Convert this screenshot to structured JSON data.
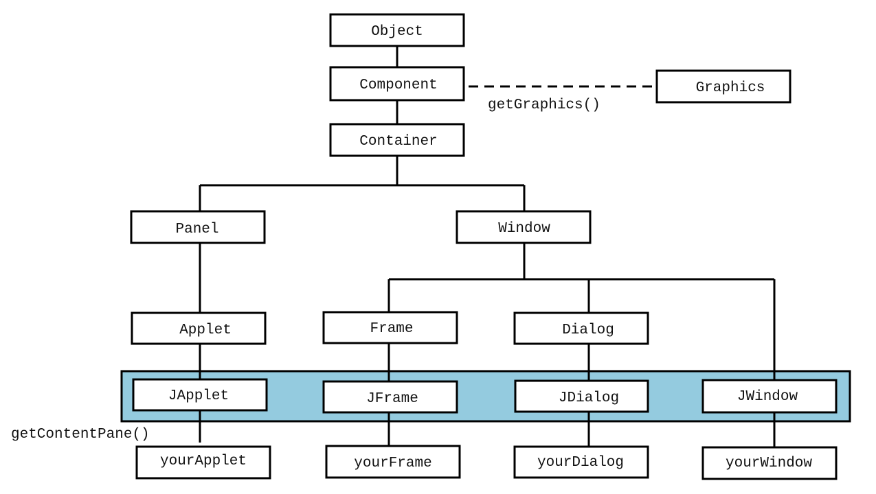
{
  "colors": {
    "swing_band": "#94cbdf",
    "stroke": "#000000",
    "box_fill": "#ffffff"
  },
  "nodes": {
    "object": "Object",
    "component": "Component",
    "graphics": "Graphics",
    "container": "Container",
    "panel": "Panel",
    "window": "Window",
    "applet": "Applet",
    "frame": "Frame",
    "dialog": "Dialog",
    "japplet": "JApplet",
    "jframe": "JFrame",
    "jdialog": "JDialog",
    "jwindow": "JWindow",
    "your_applet": "yourApplet",
    "your_frame": "yourFrame",
    "your_dialog": "yourDialog",
    "your_window": "yourWindow"
  },
  "labels": {
    "get_graphics": "getGraphics()",
    "get_content_pane": "getContentPane()"
  }
}
